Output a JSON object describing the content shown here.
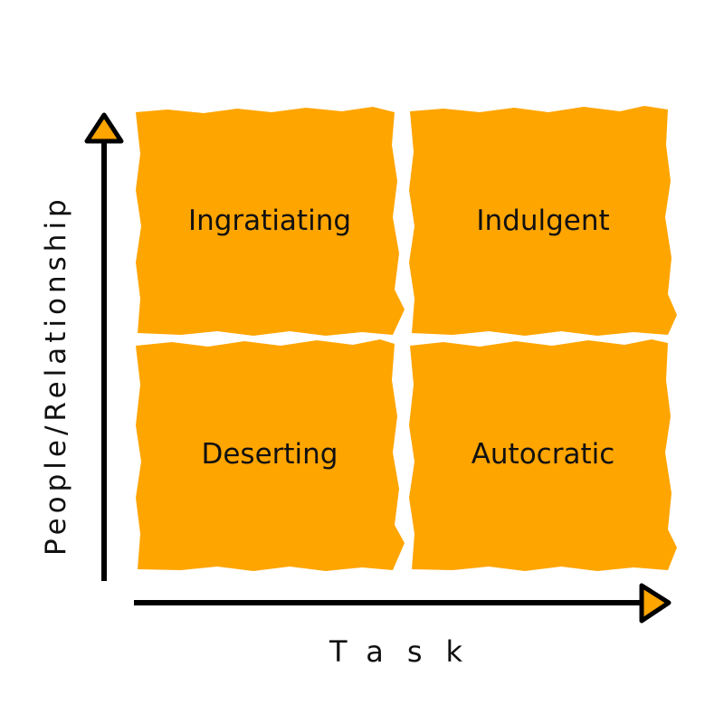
{
  "colors": {
    "box_fill": "#FFA500",
    "axis": "#000000",
    "text": "#111111"
  },
  "axes": {
    "x_label": "Task",
    "y_label": "People/Relationship"
  },
  "quadrants": {
    "top_left": "Ingratiating",
    "top_right": "Indulgent",
    "bottom_left": "Deserting",
    "bottom_right": "Autocratic"
  }
}
